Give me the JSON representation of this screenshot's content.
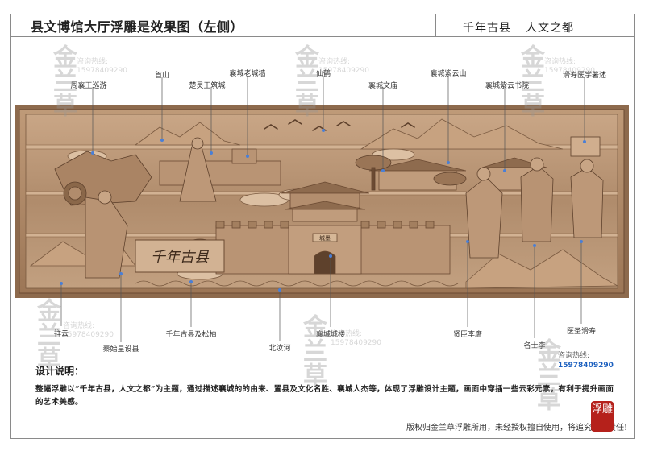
{
  "header": {
    "title": "县文博馆大厅浮雕是效果图（左侧）",
    "slogan_left": "千年古县",
    "slogan_right": "人文之都"
  },
  "relief": {
    "inscription": "千年古县",
    "gate_plaque": "城墨"
  },
  "callouts": {
    "top": [
      {
        "label": "周襄王巡游"
      },
      {
        "label": "首山"
      },
      {
        "label": "楚灵王筑城"
      },
      {
        "label": "襄城老城墙"
      },
      {
        "label": "仙鹤"
      },
      {
        "label": "襄城文庙"
      },
      {
        "label": "襄城紫云山"
      },
      {
        "label": "襄城紫云书院"
      },
      {
        "label": "滑寿医学著述"
      }
    ],
    "bottom": [
      {
        "label": "祥云"
      },
      {
        "label": "秦始皇设县"
      },
      {
        "label": "千年古县及松柏"
      },
      {
        "label": "北汝河"
      },
      {
        "label": "襄城城楼"
      },
      {
        "label": "贤臣李膺"
      },
      {
        "label": "名士李"
      },
      {
        "label": "医圣滑寿"
      }
    ]
  },
  "design": {
    "heading": "设计说明：",
    "body": "整幅浮雕以“千年古县，人文之都”为主题，通过描述襄城的的由来、置县及文化名胜、襄城人杰等，体现了浮雕设计主题，画面中穿插一些云彩元素，有利于提升画面的艺术美感。"
  },
  "footer": {
    "copyright": "版权归金兰草浮雕所用，未经授权擅自使用，将追究法律责任!"
  },
  "watermark": {
    "logo": "金兰草",
    "contact_label": "咨询热线:",
    "phone": "15978409290",
    "seal": "浮雕"
  },
  "colors": {
    "relief_base": "#a88262",
    "relief_light": "#d8b896",
    "relief_dark": "#6b4a32",
    "callout_line": "#555555",
    "marker": "#4a7fd6",
    "seal_red": "#b5211b"
  }
}
